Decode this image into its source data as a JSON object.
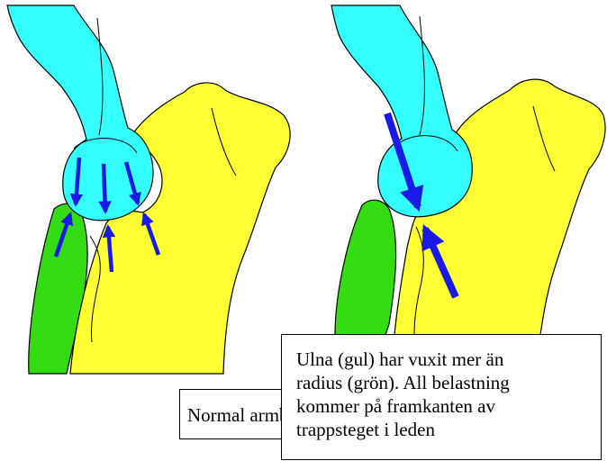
{
  "colors": {
    "humerus": "#33FFFF",
    "ulna": "#FFFF33",
    "radius": "#33DD11",
    "force_arrows": "#1A1AE6",
    "outline": "#000000"
  },
  "panels": [
    {
      "id": "normal",
      "caption": "Normal armbågsled"
    },
    {
      "id": "dysplastic",
      "caption_lines": [
        "Ulna (gul) har vuxit mer än",
        "radius (grön). All belastning",
        "kommer på framkanten av",
        "trappsteget i leden"
      ]
    }
  ]
}
